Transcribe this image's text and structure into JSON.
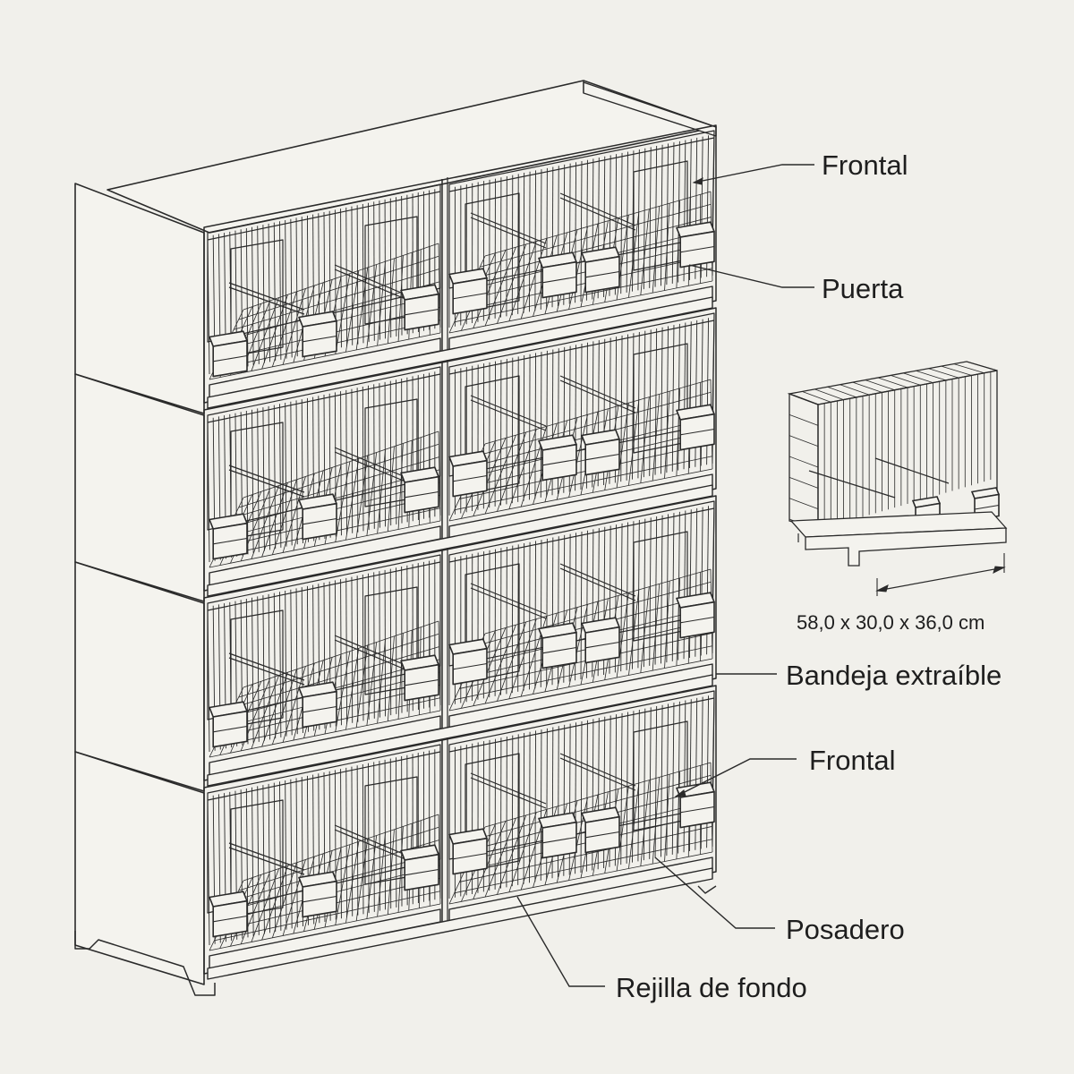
{
  "labels": {
    "frontal_top": "Frontal",
    "puerta": "Puerta",
    "bandeja": "Bandeja extraíble",
    "frontal_bottom": "Frontal",
    "posadero": "Posadero",
    "rejilla": "Rejilla de fondo"
  },
  "dimensions": "58,0 x 30,0 x 36,0 cm",
  "colors": {
    "background": "#f1f0eb",
    "line": "#2a2a2a",
    "panel": "#f4f3ee"
  }
}
